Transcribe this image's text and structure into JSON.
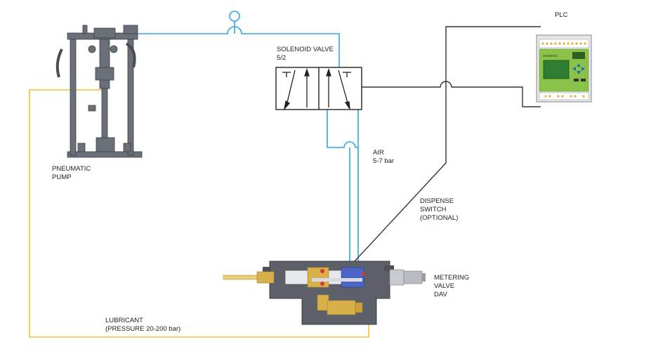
{
  "labels": {
    "plc": "PLC",
    "solenoid_valve_line1": "SOLENOID VALVE",
    "solenoid_valve_line2": "5/2",
    "pneumatic_pump_line1": "PNEUMATIC",
    "pneumatic_pump_line2": "PUMP",
    "air_line1": "AIR",
    "air_line2": "5-7 bar",
    "dispense_switch_line1": "DISPENSE",
    "dispense_switch_line2": "SWITCH",
    "dispense_switch_line3": "(OPTIONAL)",
    "metering_valve_line1": "METERING",
    "metering_valve_line2": "VALVE",
    "metering_valve_line3": "DAV",
    "lubricant_line1": "LUBRICANT",
    "lubricant_line2": "(PRESSURE 20-200 bar)"
  },
  "plc_brand": "SIEMENS",
  "colors": {
    "air_line": "#29abe2",
    "lubricant_line": "#f2c230",
    "signal_line": "#333333",
    "plc_body": "#8bc34a",
    "plc_screen": "#2e7d32",
    "metal": "#6b6f78",
    "brass": "#d8b04a"
  }
}
